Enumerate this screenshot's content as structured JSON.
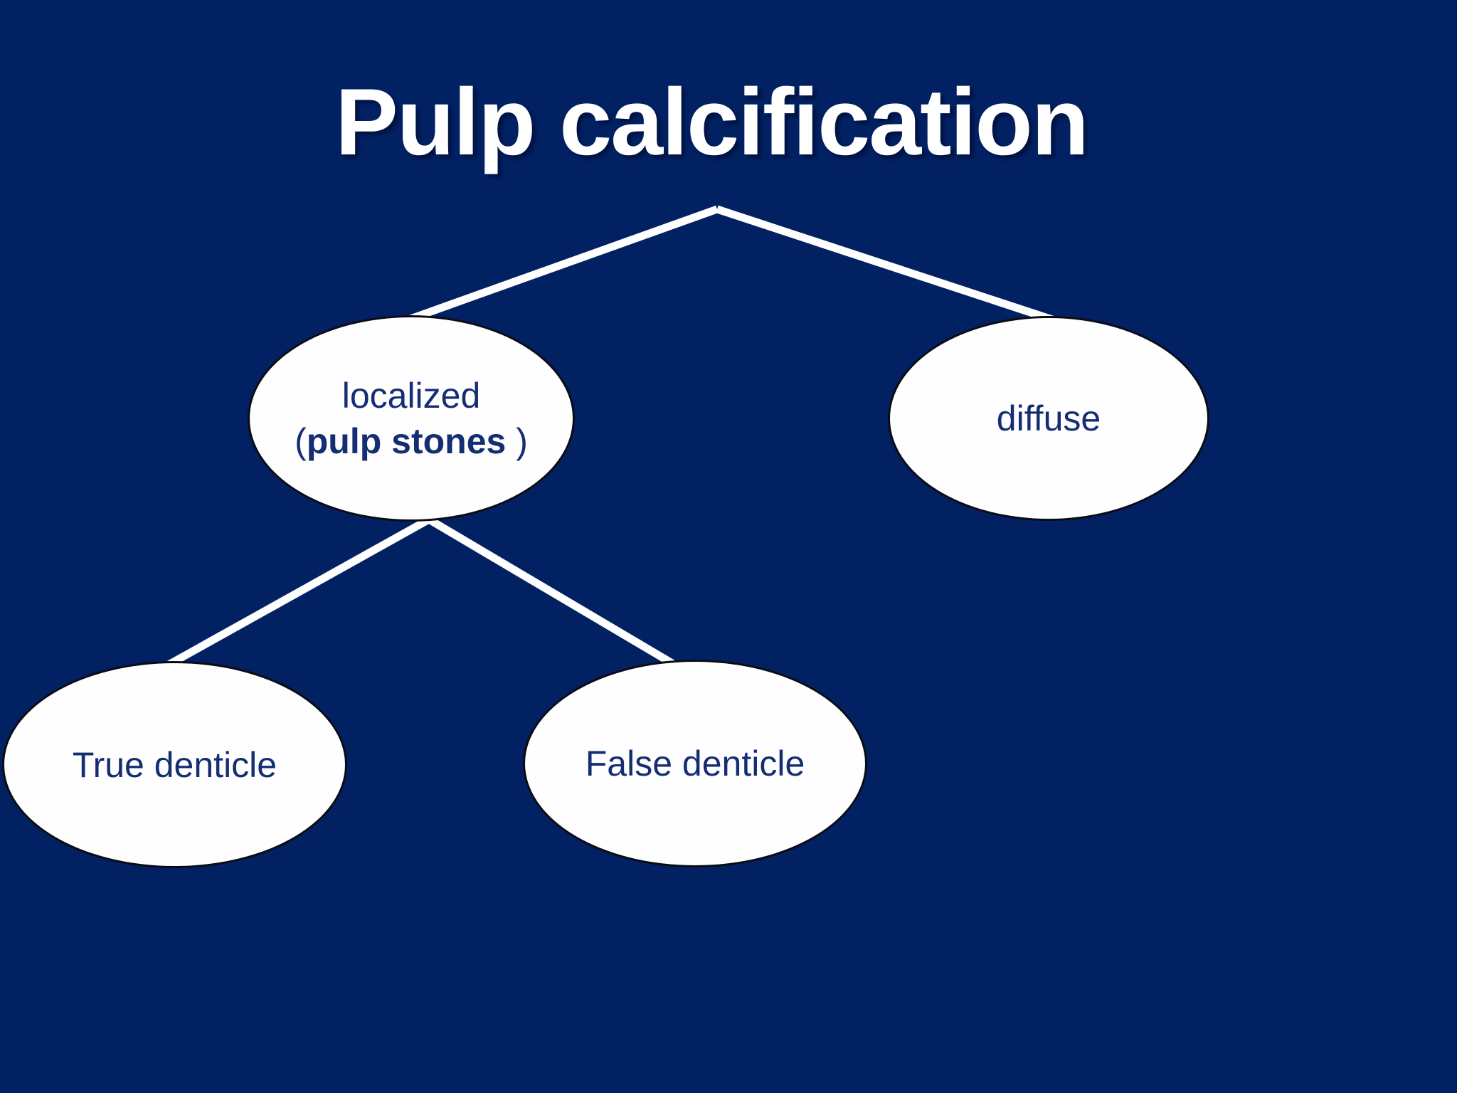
{
  "slide": {
    "title": "Pulp calcification",
    "background_color": "#012162",
    "title_color": "#ffffff",
    "node_fill_color": "#fefefe",
    "node_outline_color": "#0b0b16",
    "node_text_color": "#142d73",
    "connector_color": "#ffffff"
  },
  "nodes": {
    "root": {
      "label": "Pulp calcification"
    },
    "localized": {
      "line1": "localized",
      "paren_open": "(",
      "bold": "pulp stones",
      "paren_close": " )"
    },
    "diffuse": {
      "label": "diffuse"
    },
    "true_denticle": {
      "label": "True denticle"
    },
    "false_denticle": {
      "label": "False denticle"
    }
  },
  "edges": [
    {
      "from": "root",
      "to": "localized"
    },
    {
      "from": "root",
      "to": "diffuse"
    },
    {
      "from": "localized",
      "to": "true_denticle"
    },
    {
      "from": "localized",
      "to": "false_denticle"
    }
  ]
}
